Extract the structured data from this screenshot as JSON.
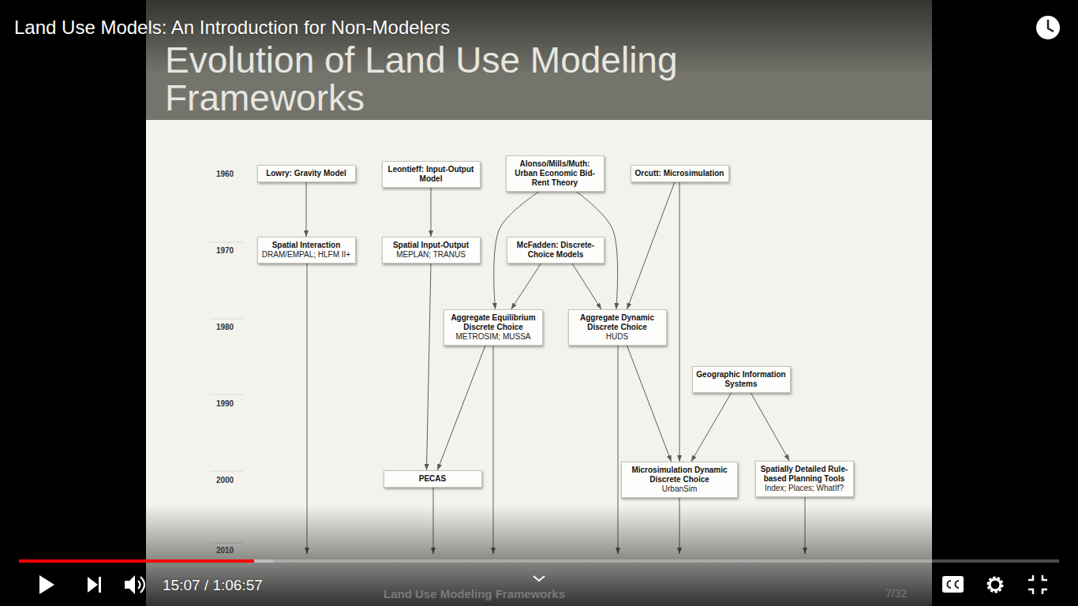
{
  "diagram": {
    "title": "Evolution of Land Use Modeling Frameworks",
    "nodes": [
      {
        "text": [
          "Lowry: Gravity Model"
        ]
      },
      {
        "text": [
          "Leontieff: Input-Output Model"
        ]
      },
      {
        "text": [
          "Alonso/Mills/Muth: Urban Economic Bid-Rent Theory"
        ]
      },
      {
        "text": [
          "Orcutt: Microsimulation"
        ]
      },
      {
        "text": [
          "Spatial Interaction",
          "DRAM/EMPAL; HLFM II+"
        ]
      },
      {
        "text": [
          "Spatial Input-Output",
          "MEPLAN; TRANUS"
        ]
      },
      {
        "text": [
          "McFadden: Discrete-Choice Models"
        ]
      },
      {
        "text": [
          "Aggregate Equilibrium Discrete Choice",
          "METROSIM; MUSSA"
        ]
      },
      {
        "text": [
          "Aggregate Dynamic Discrete Choice",
          "HUDS"
        ]
      },
      {
        "text": [
          "Geographic Information Systems"
        ]
      },
      {
        "text": [
          "PECAS"
        ]
      },
      {
        "text": [
          "Microsimulation Dynamic Discrete Choice",
          "UrbanSim"
        ]
      },
      {
        "text": [
          "Spatially Detailed Rule-based Planning Tools",
          "Index; Places; WhatIf?"
        ]
      }
    ],
    "edges": [
      {
        "from": 0,
        "to": 4,
        "arrow": "to"
      },
      {
        "from": 1,
        "to": 5,
        "arrow": "to"
      },
      {
        "from": 2,
        "to": 7,
        "arrow": "to"
      },
      {
        "from": 2,
        "to": 8,
        "arrow": "to"
      },
      {
        "from": 3,
        "to": 8,
        "arrow": "to"
      },
      {
        "from": 3,
        "to": 11,
        "arrow": "to"
      },
      {
        "from": 6,
        "to": 7,
        "arrow": "to"
      },
      {
        "from": 6,
        "to": 8,
        "arrow": "to"
      },
      {
        "from": 7,
        "to": 10,
        "arrow": "to"
      },
      {
        "from": 5,
        "to": 10,
        "arrow": "to"
      },
      {
        "from": 8,
        "to": 11,
        "arrow": "to"
      },
      {
        "from": 9,
        "to": 11,
        "arrow": "to"
      },
      {
        "from": 9,
        "to": 12,
        "arrow": "to"
      }
    ],
    "labels": [
      "Land Use Models: An Introduction for Non-Modelers",
      "1960",
      "1970",
      "1980",
      "1990",
      "2000",
      "2010",
      "15:07 / 1:06:57",
      "Land Use Modeling Frameworks",
      "7/32"
    ]
  }
}
